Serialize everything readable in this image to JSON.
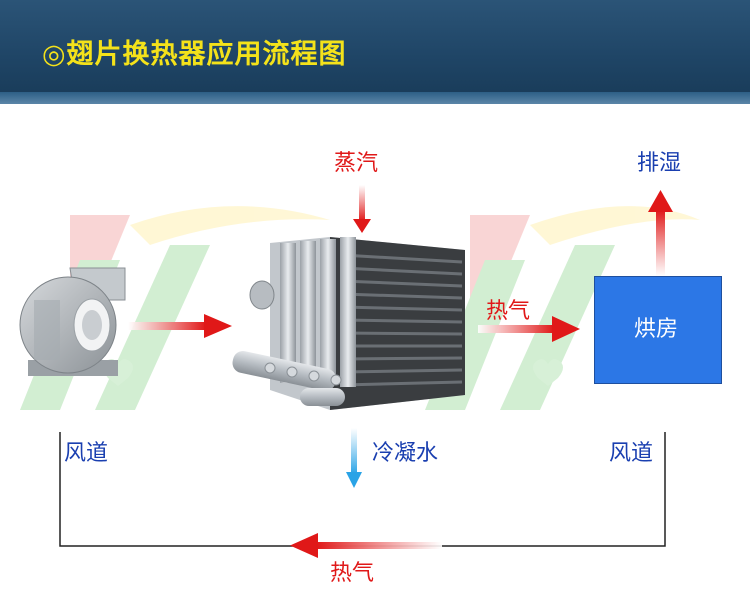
{
  "title": "◎翅片换热器应用流程图",
  "labels": {
    "steam": "蒸汽",
    "dehumidify": "排湿",
    "hot_air_right": "热气",
    "drying_room": "烘房",
    "air_duct_left": "风道",
    "condensate": "冷凝水",
    "air_duct_right": "风道",
    "hot_air_bottom": "热气"
  },
  "colors": {
    "header": "#1f4566",
    "title": "#f4e21a",
    "arrow_red": "#e01818",
    "arrow_blue": "#2aa3e6",
    "text_blue": "#1a3fb0",
    "drying_room": "#2c77e6"
  },
  "icons": [
    "centrifugal-fan-image",
    "finned-heat-exchanger-image",
    "logo-watermark"
  ]
}
